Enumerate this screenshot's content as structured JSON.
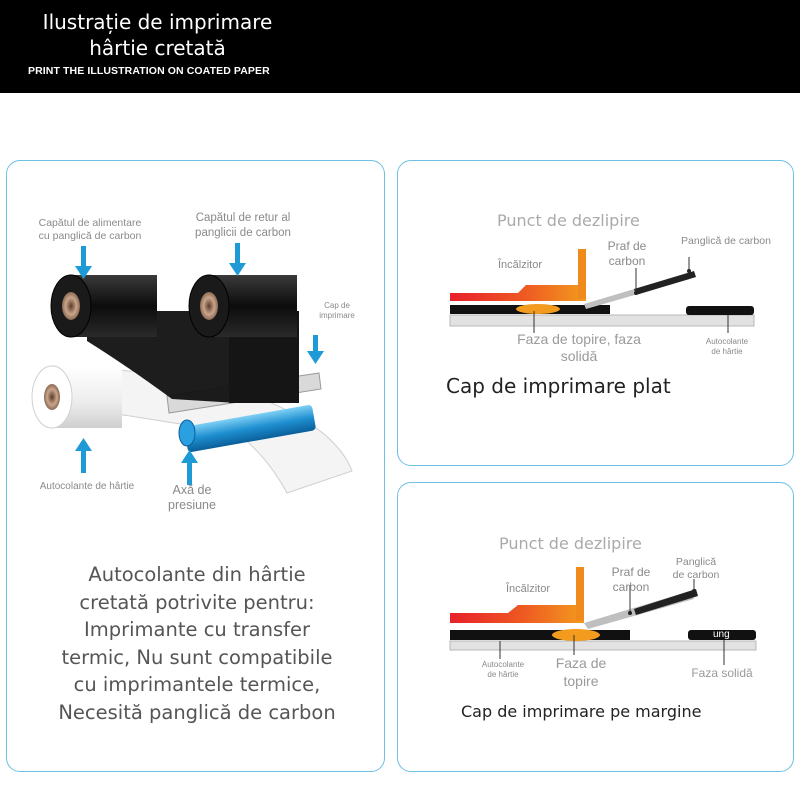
{
  "header": {
    "title_line1": "Ilustrație de imprimare",
    "title_line2": "hârtie cretată",
    "subtitle": "PRINT THE ILLUSTRATION ON COATED PAPER"
  },
  "left_panel": {
    "feed_label_1": "Capătul de alimentare",
    "feed_label_2": "cu panglică de carbon",
    "return_label_1": "Capătul de retur al",
    "return_label_2": "panglicii de carbon",
    "printhead_label_1": "Cap de",
    "printhead_label_2": "imprimare",
    "paper_label": "Autocolante de hârtie",
    "axis_label_1": "Axă de",
    "axis_label_2": "presiune",
    "compat_lines": [
      "Autocolante din hârtie",
      "cretată potrivite pentru:",
      "Imprimante cu transfer",
      "termic, Nu sunt compatibile",
      "cu imprimantele termice,",
      "Necesită panglică de carbon"
    ]
  },
  "flat_panel": {
    "peel_point": "Punct de dezlipire",
    "heater": "Încălzitor",
    "carbon_powder_1": "Praf de",
    "carbon_powder_2": "carbon",
    "ribbon": "Panglică de carbon",
    "melt_phase_1": "Faza de topire, faza",
    "melt_phase_2": "solidă",
    "paper_1": "Autocolante",
    "paper_2": "de hârtie",
    "title": "Cap de imprimare plat"
  },
  "edge_panel": {
    "peel_point": "Punct de dezlipire",
    "heater": "Încălzitor",
    "carbon_powder_1": "Praf de",
    "carbon_powder_2": "carbon",
    "ribbon_1": "Panglică",
    "ribbon_2": "de carbon",
    "paper_1": "Autocolante",
    "paper_2": "de hârtie",
    "melt_1": "Faza de",
    "melt_2": "topire",
    "solid": "Faza solidă",
    "mark": "ung",
    "title": "Cap de imprimare pe margine"
  },
  "colors": {
    "accent_border": "#6ec1e4",
    "arrow": "#1e9bd7",
    "heater_red": "#e8202a",
    "heater_orange": "#f08a1c",
    "ribbon_black": "#111111"
  }
}
